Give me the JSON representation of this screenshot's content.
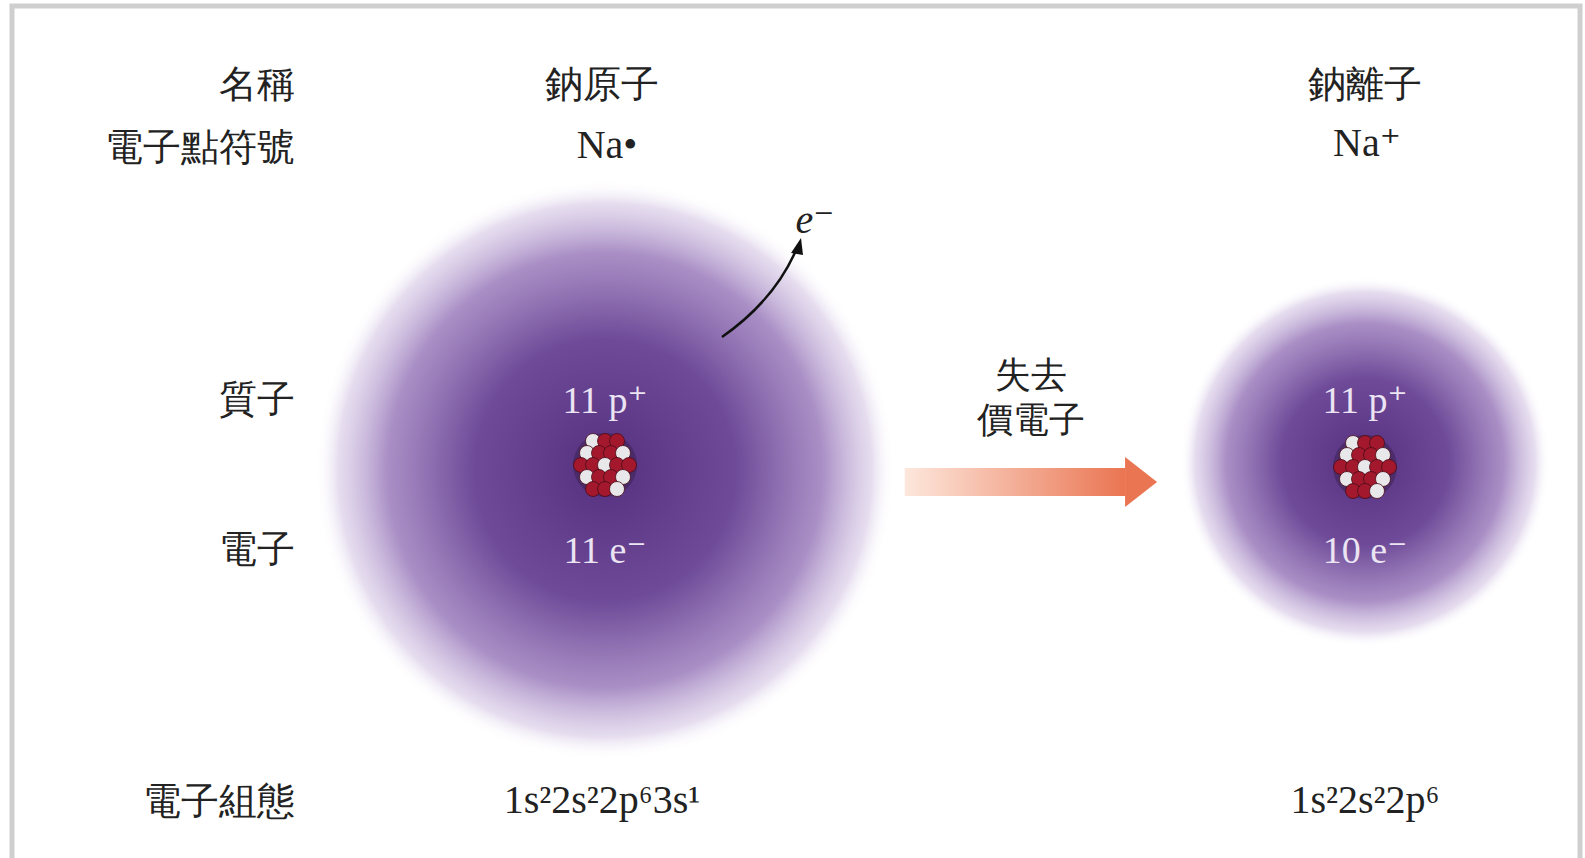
{
  "diagram": {
    "nodes": [
      {
        "text": [
          "11 p⁺",
          "11 e⁻"
        ]
      },
      {
        "text": [
          "11 p⁺",
          "10 e⁻"
        ]
      }
    ],
    "edges": [
      {
        "from": 0,
        "to": 1,
        "arrow": "to",
        "label": "失去 價電子"
      }
    ],
    "labels": [
      "名稱",
      "鈉原子",
      "鈉離子",
      "電子點符號",
      "Na•",
      "Na⁺",
      "e⁻",
      "質子",
      "電子",
      "電子組態",
      "1s²2s²2p⁶3s¹",
      "1s²2s²2p⁶"
    ]
  }
}
